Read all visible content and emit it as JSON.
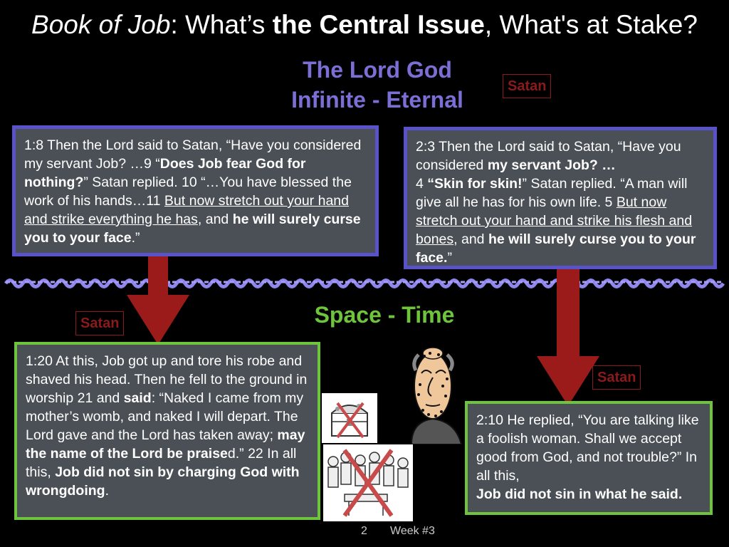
{
  "title": {
    "part1": "Book of Job",
    "part2": ":  What’s ",
    "part3": "the Central  Issue",
    "part4": ", What's at Stake?"
  },
  "heaven": {
    "line1": "The Lord God",
    "line2": "Infinite - Eternal"
  },
  "satan_label": "Satan",
  "earth_label": "Space - Time",
  "box1": {
    "s1": "1:8 Then the Lord said to Satan, “Have you considered my servant Job? …9 “",
    "s2": "Does Job fear God for nothing?",
    "s3": "” Satan replied. 10 “…You have blessed the work of his hands…11 ",
    "s4": "But now stretch out your hand and strike everything he has",
    "s5": ", and ",
    "s6": "he will surely curse you to your face",
    "s7": ".”"
  },
  "box2": {
    "s1": "2:3 Then the Lord said to Satan, “Have you considered ",
    "s2": "my servant Job? …",
    "s3": "4 ",
    "s4": "“Skin for skin!",
    "s5": "” Satan replied. “A man will give all he has for his own life. 5 ",
    "s6": "But now stretch out your hand and strike his flesh and bones",
    "s7": ", and ",
    "s8": "he will surely curse you to your face.",
    "s9": "”"
  },
  "box3": {
    "s1": "1:20 At this, Job got up and tore his robe and shaved his head. Then he fell to the ground in worship 21 and ",
    "s2": "said",
    "s3": ": “Naked I came from my mother’s womb, and naked I will depart. The Lord gave and the Lord has taken away; ",
    "s4": "may the name of the Lord be praise",
    "s5": "d.” 22 In all this, ",
    "s6": "Job did not sin by charging God with wrongdoing",
    "s7": "."
  },
  "box4": {
    "s1": "2:10 He replied, “You are talking like a foolish woman. Shall we accept good from God, and not trouble?” In all this, ",
    "s2": "Job did not sin in what he said."
  },
  "footer": {
    "page": "2",
    "week": "Week #3"
  }
}
